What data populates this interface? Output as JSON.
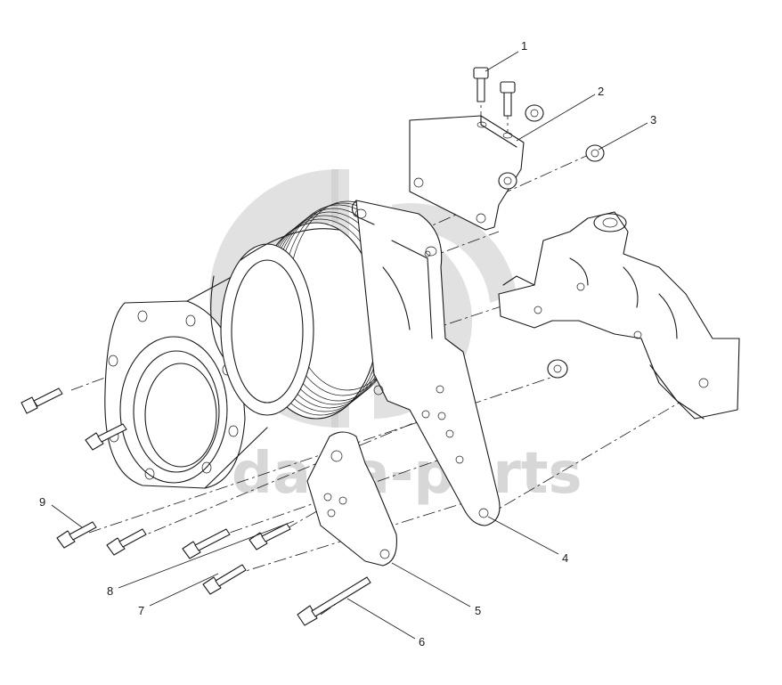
{
  "watermark": {
    "text": "dana-parts"
  },
  "callouts": [
    {
      "id": "1",
      "label": "1"
    },
    {
      "id": "2",
      "label": "2"
    },
    {
      "id": "3",
      "label": "3"
    },
    {
      "id": "4",
      "label": "4"
    },
    {
      "id": "5",
      "label": "5"
    },
    {
      "id": "6",
      "label": "6"
    },
    {
      "id": "7",
      "label": "7"
    },
    {
      "id": "8",
      "label": "8"
    },
    {
      "id": "9",
      "label": "9"
    }
  ],
  "colors": {
    "line": "#1a1a1a",
    "watermark": "#c8c8c8",
    "background": "#ffffff"
  }
}
